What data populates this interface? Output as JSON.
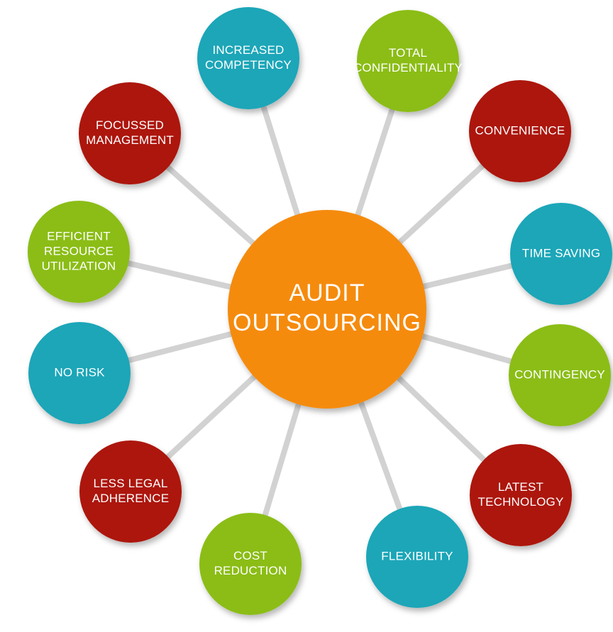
{
  "colors": {
    "center": "#f58b0c",
    "teal": "#1aa6b8",
    "green": "#8bbd17",
    "red": "#ac1207",
    "connector": "#d2d2d2"
  },
  "center": {
    "lines": [
      "AUDIT",
      "OUTSOURCING"
    ]
  },
  "nodes": [
    {
      "id": "increased-competency",
      "color": "teal",
      "lines": [
        "INCREASED",
        "COMPETENCY"
      ]
    },
    {
      "id": "total-confidentiality",
      "color": "green",
      "lines": [
        "TOTAL",
        "CONFIDENTIALITY"
      ]
    },
    {
      "id": "convenience",
      "color": "red",
      "lines": [
        "CONVENIENCE"
      ]
    },
    {
      "id": "time-saving",
      "color": "teal",
      "lines": [
        "TIME  SAVING"
      ]
    },
    {
      "id": "contingency",
      "color": "green",
      "lines": [
        "CONTINGENCY"
      ]
    },
    {
      "id": "latest-technology",
      "color": "red",
      "lines": [
        "LATEST",
        "TECHNOLOGY"
      ]
    },
    {
      "id": "flexibility",
      "color": "teal",
      "lines": [
        "FLEXIBILITY"
      ]
    },
    {
      "id": "cost-reduction",
      "color": "green",
      "lines": [
        "COST",
        "REDUCTION"
      ]
    },
    {
      "id": "less-legal-adherence",
      "color": "red",
      "lines": [
        "LESS  LEGAL",
        "ADHERENCE"
      ]
    },
    {
      "id": "no-risk",
      "color": "teal",
      "lines": [
        "NO  RISK"
      ]
    },
    {
      "id": "efficient-resource-utilization",
      "color": "green",
      "lines": [
        "EFFICIENT",
        "RESOURCE",
        "UTILIZATION"
      ]
    },
    {
      "id": "focussed-management",
      "color": "red",
      "lines": [
        "FOCUSSED",
        "MANAGEMENT"
      ]
    }
  ]
}
